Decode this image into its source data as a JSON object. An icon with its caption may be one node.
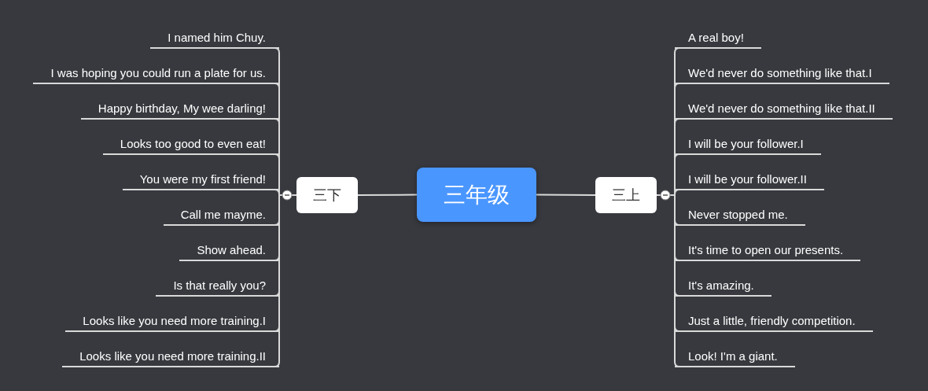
{
  "diagram": {
    "nodes": [
      {
        "text": [
          "三年级"
        ]
      },
      {
        "text": [
          "三下"
        ]
      },
      {
        "text": [
          "三上"
        ]
      },
      {
        "text": [
          "I named him Chuy."
        ]
      },
      {
        "text": [
          "I was hoping you could run a plate for us."
        ]
      },
      {
        "text": [
          "Happy birthday, My wee darling!"
        ]
      },
      {
        "text": [
          "Looks too good to even eat!"
        ]
      },
      {
        "text": [
          "You were my first friend!"
        ]
      },
      {
        "text": [
          "Call me mayme."
        ]
      },
      {
        "text": [
          "Show ahead."
        ]
      },
      {
        "text": [
          "Is that really you?"
        ]
      },
      {
        "text": [
          "Looks like you need more training.I"
        ]
      },
      {
        "text": [
          "Looks like you need more training.II"
        ]
      },
      {
        "text": [
          "A real boy!"
        ]
      },
      {
        "text": [
          "We'd never do something like that.I"
        ]
      },
      {
        "text": [
          "We'd never do something like that.II"
        ]
      },
      {
        "text": [
          "I will be your follower.I"
        ]
      },
      {
        "text": [
          "I will be your follower.II"
        ]
      },
      {
        "text": [
          "Never stopped me."
        ]
      },
      {
        "text": [
          "It's time to open our presents."
        ]
      },
      {
        "text": [
          "It's amazing."
        ]
      },
      {
        "text": [
          "Just a little, friendly competition."
        ]
      },
      {
        "text": [
          "Look! I'm a giant."
        ]
      }
    ],
    "edges": [
      {
        "from": 0,
        "to": 1,
        "arrow": "none"
      },
      {
        "from": 0,
        "to": 2,
        "arrow": "none"
      },
      {
        "from": 1,
        "to": 3,
        "arrow": "none"
      },
      {
        "from": 1,
        "to": 4,
        "arrow": "none"
      },
      {
        "from": 1,
        "to": 5,
        "arrow": "none"
      },
      {
        "from": 1,
        "to": 6,
        "arrow": "none"
      },
      {
        "from": 1,
        "to": 7,
        "arrow": "none"
      },
      {
        "from": 1,
        "to": 8,
        "arrow": "none"
      },
      {
        "from": 1,
        "to": 9,
        "arrow": "none"
      },
      {
        "from": 1,
        "to": 10,
        "arrow": "none"
      },
      {
        "from": 1,
        "to": 11,
        "arrow": "none"
      },
      {
        "from": 1,
        "to": 12,
        "arrow": "none"
      },
      {
        "from": 2,
        "to": 13,
        "arrow": "none"
      },
      {
        "from": 2,
        "to": 14,
        "arrow": "none"
      },
      {
        "from": 2,
        "to": 15,
        "arrow": "none"
      },
      {
        "from": 2,
        "to": 16,
        "arrow": "none"
      },
      {
        "from": 2,
        "to": 17,
        "arrow": "none"
      },
      {
        "from": 2,
        "to": 18,
        "arrow": "none"
      },
      {
        "from": 2,
        "to": 19,
        "arrow": "none"
      },
      {
        "from": 2,
        "to": 20,
        "arrow": "none"
      },
      {
        "from": 2,
        "to": 21,
        "arrow": "none"
      },
      {
        "from": 2,
        "to": 22,
        "arrow": "none"
      }
    ]
  }
}
